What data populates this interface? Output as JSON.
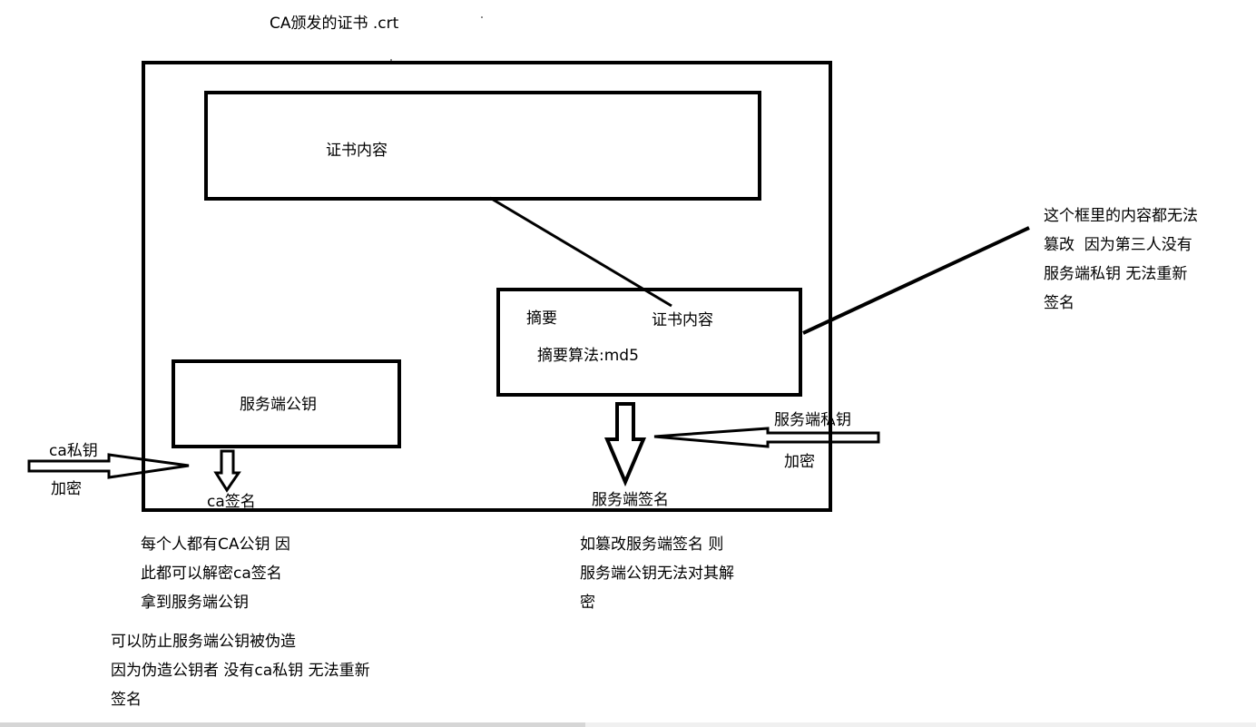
{
  "title": "CA颁发的证书 .crt",
  "content_box_label": "证书内容",
  "digest_box": {
    "digest_label": "摘要",
    "content_label": "证书内容",
    "algorithm_label": "摘要算法:md5"
  },
  "pubkey_box_label": "服务端公钥",
  "ca_side": {
    "key_label": "ca私钥",
    "encrypt_label": "加密",
    "signature_label": "ca签名"
  },
  "server_side": {
    "key_label": "服务端私钥",
    "encrypt_label": "加密",
    "signature_label": "服务端签名"
  },
  "notes": {
    "right": [
      "这个框里的内容都无法",
      "篡改  因为第三人没有",
      "服务端私钥 无法重新",
      "签名"
    ],
    "bottom_left": [
      "每个人都有CA公钥 因",
      "此都可以解密ca签名",
      "拿到服务端公钥"
    ],
    "bottom_center": [
      "如篡改服务端签名 则",
      "服务端公钥无法对其解",
      "密"
    ],
    "bottom_left_2": [
      "可以防止服务端公钥被伪造",
      "因为伪造公钥者 没有ca私钥 无法重新",
      "签名"
    ]
  },
  "colors": {
    "stroke": "#000000",
    "background": "#ffffff"
  }
}
